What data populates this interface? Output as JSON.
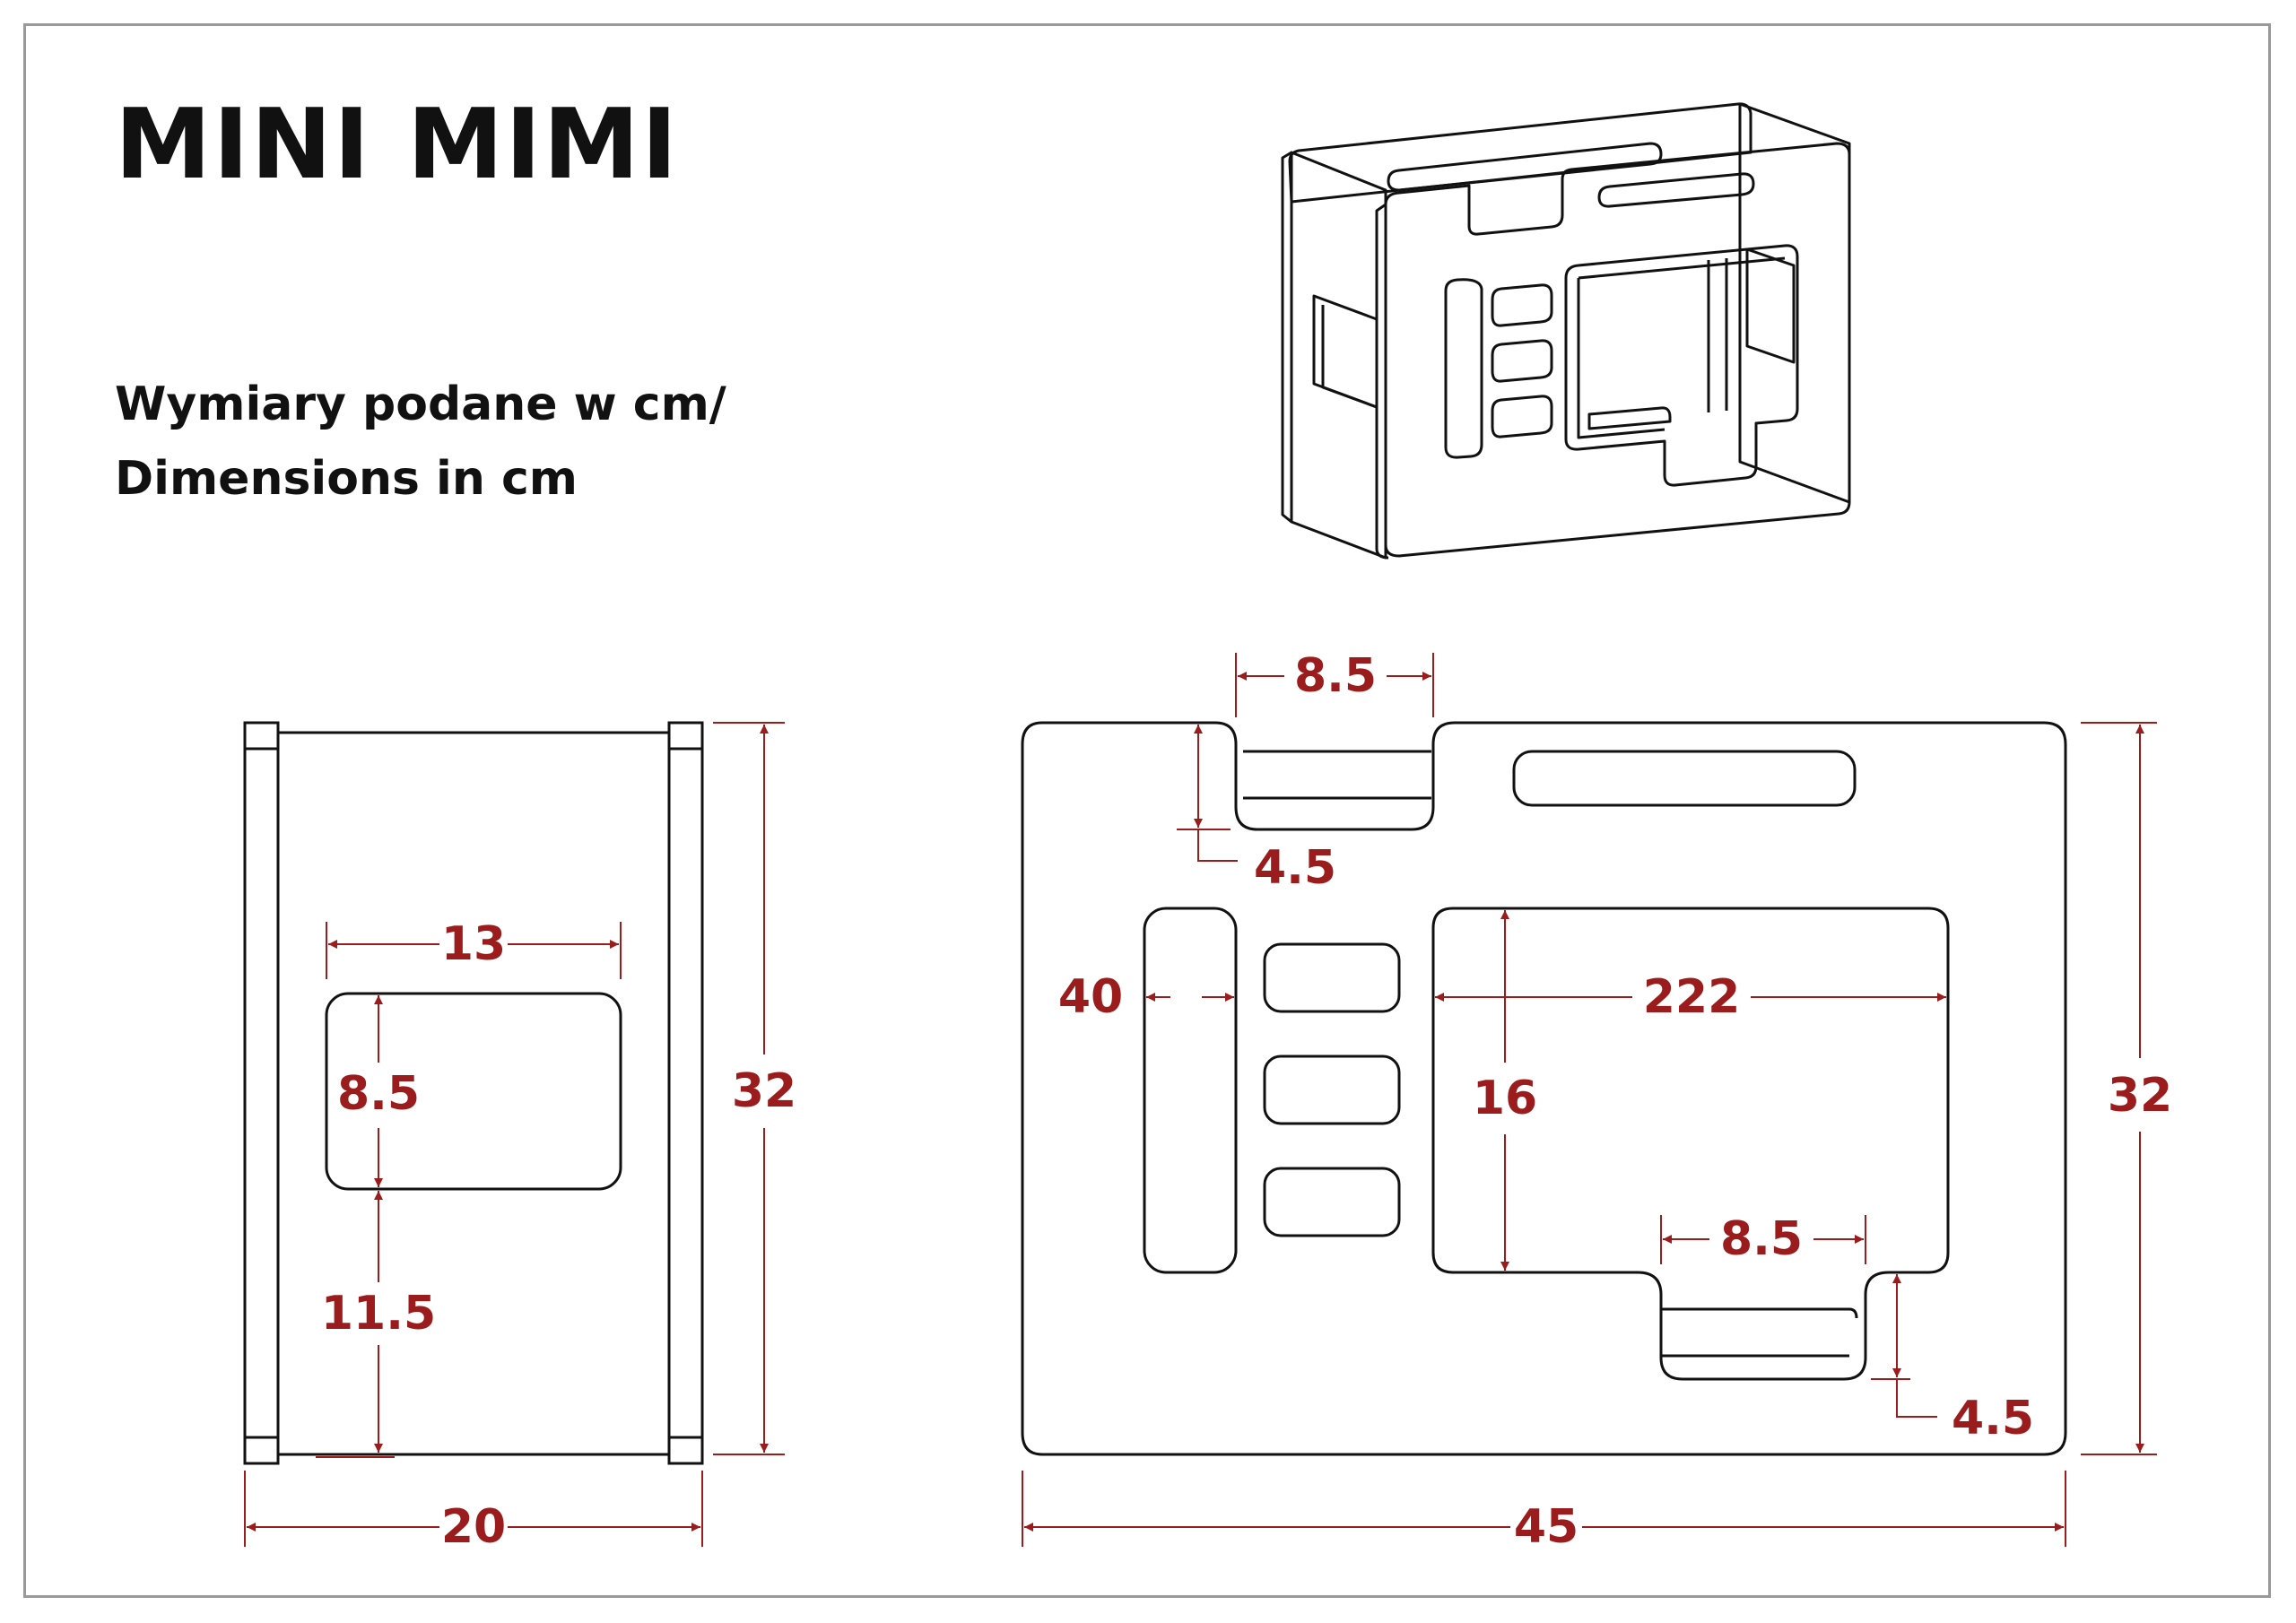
{
  "title": "MINI MIMI",
  "subtitle": {
    "line1": "Wymiary podane w cm/",
    "line2": "Dimensions in cm"
  },
  "colors": {
    "dimension": "#9b1c1c",
    "outline": "#111111",
    "frame": "#999999"
  },
  "side_view": {
    "width_label": "20",
    "height_label": "32",
    "window_width_label": "13",
    "window_height_label": "8.5",
    "window_bottom_label": "11.5"
  },
  "front_view": {
    "width_label": "45",
    "height_label": "32",
    "top_notch_width_label": "8.5",
    "top_notch_depth_label": "4.5",
    "slot_width_label": "40",
    "opening_width_label": "222",
    "opening_height_label": "16",
    "bottom_notch_width_label": "8.5",
    "bottom_notch_depth_label": "4.5"
  }
}
